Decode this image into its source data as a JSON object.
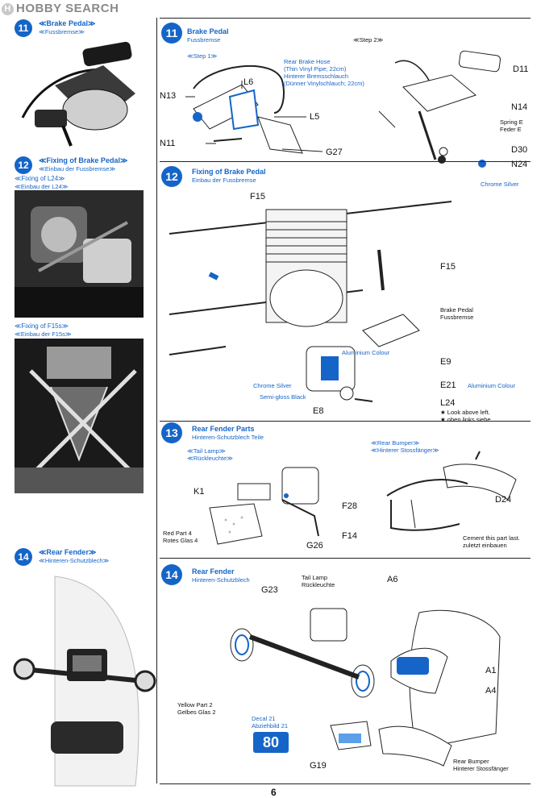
{
  "watermark": {
    "logo_mark": "H",
    "logo_text": "HOBBY SEARCH"
  },
  "left_column": {
    "s11": {
      "num": "11",
      "title": "≪Brake Pedal≫",
      "sub": "≪Fussbremse≫"
    },
    "s12": {
      "num": "12",
      "title": "≪Fixing of Brake Pedal≫",
      "sub": "≪Einbau der Fussbremse≫"
    },
    "fix_l24": {
      "title": "≪Fixing of L24≫",
      "sub": "≪Einbau der L24≫"
    },
    "fix_f15": {
      "title": "≪Fixing of F15s≫",
      "sub": "≪Einbau der F15s≫"
    },
    "s14": {
      "num": "14",
      "title": "≪Rear Fender≫",
      "sub": "≪Hinteren-Schutzblech≫"
    }
  },
  "step11": {
    "num": "11",
    "title": "Brake Pedal",
    "sub": "Fussbremse",
    "step1": "≪Step 1≫",
    "step2": "≪Step 2≫",
    "hose_note": [
      "Rear Brake Hose",
      "(Thin Vinyl Pipe; 22cm)",
      "Hinterer Bremsschlauch",
      "(Dünner Vinylschlauch; 22cm)"
    ],
    "labels": {
      "n13": "N13",
      "l6": "L6",
      "l5": "L5",
      "n11": "N11",
      "g27": "G27",
      "d11": "D11",
      "n14": "N14",
      "d30": "D30",
      "n24": "N24"
    },
    "spring": [
      "Spring E",
      "Feder E"
    ],
    "chrome": "Chrome Silver"
  },
  "step12": {
    "num": "12",
    "title": "Fixing of Brake Pedal",
    "sub": "Einbau der Fussbremse",
    "labels": {
      "f15_top": "F15",
      "f15_right": "F15",
      "e9": "E9",
      "e21": "E21",
      "e8": "E8",
      "l24": "L24"
    },
    "brake_pedal": [
      "Brake Pedal",
      "Fussbremse"
    ],
    "aluminium_1": "Aluminium Colour",
    "aluminium_2": "Aluminium Colour",
    "chrome": "Chrome Silver",
    "semigloss": "Semi-gloss Black",
    "look_above": [
      "★ Look above left.",
      "★ oben links siehe"
    ]
  },
  "step13": {
    "num": "13",
    "title": "Rear Fender Parts",
    "sub": "Hinteren-Schutzblech Teile",
    "tail_lamp": [
      "≪Tail Lamp≫",
      "≪Rückleuchte≫"
    ],
    "rear_bumper": [
      "≪Rear Bumper≫",
      "≪Hinterer Stossfänger≫"
    ],
    "labels": {
      "k1": "K1",
      "g26": "G26",
      "f28": "F28",
      "f14": "F14",
      "d24": "D24"
    },
    "red_part": [
      "Red Part 4",
      "Rotes Glas 4"
    ],
    "cement": [
      "Cement this part last.",
      "zuletzt einbauen"
    ]
  },
  "step14": {
    "num": "14",
    "title": "Rear Fender",
    "sub": "Hinteren-Schutzblech",
    "tail_lamp": [
      "Tail Lamp",
      "Rückleuchte"
    ],
    "labels": {
      "g23": "G23",
      "a6": "A6",
      "a1": "A1",
      "a4": "A4",
      "g19": "G19"
    },
    "yellow_part": [
      "Yellow Part 2",
      "Gelbes Glas 2"
    ],
    "decal": [
      "Decal 21",
      "Abziehbild 21"
    ],
    "decal_number": "80",
    "rear_bumper": [
      "Rear Bumper",
      "Hinterer Stossfänger"
    ]
  },
  "page_number": "6",
  "colors": {
    "accent": "#1565c8",
    "ink": "#111111"
  }
}
